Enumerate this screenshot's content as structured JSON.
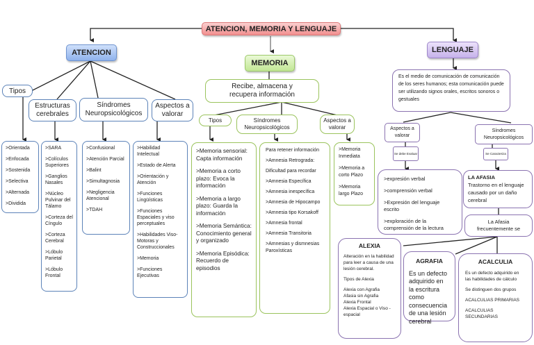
{
  "title": "ATENCION, MEMORIA Y LENGUAJE",
  "atencion": {
    "title": "ATENCION",
    "branches": {
      "tipos": "Tipos",
      "estructuras": "Estructuras cerebrales",
      "sindromes": "Síndromes Neuropsicológicos",
      "aspectos": "Aspectos a valorar"
    },
    "tipos_items": [
      ">Orientada",
      ">Enfocada",
      ">Sostenida",
      ">Selectiva",
      ">Alternada",
      ">Dividida"
    ],
    "estructuras_items": [
      ">SARA",
      ">Colículos Superiores",
      ">Ganglios Nasales",
      ">Núcleo Pulvinar del Tálamo",
      ">Corteza del Cíngulo",
      ">Corteza Cerebral",
      ">Lóbulo Parietal",
      ">Lóbulo Frontal"
    ],
    "sindromes_items": [
      ">Confusional",
      ">Atención Parcial",
      ">Balint",
      ">Simultagnosia",
      ">Negligencia Atencional",
      ">TDAH"
    ],
    "aspectos_items": [
      ">Habilidad Intelectual",
      ">Estado de Alerta",
      ">Orientación y Atención",
      ">Funciones Lingüísticas",
      ">Funciones Espaciales y viso perceptuales",
      ">Habilidades Viso-Motoras y Construccionales",
      ">Memoria",
      ">Funciones Ejecutivas"
    ]
  },
  "memoria": {
    "title": "MEMORIA",
    "definition": "Recibe, almacena y recupera información",
    "branches": {
      "tipos": "Tipos",
      "sindromes": "Síndromes Neuropsicológicos",
      "aspectos": "Aspectos a valorar"
    },
    "tipos_items": [
      ">Memoria sensorial: Capta información",
      ">Memoria a corto plazo: Evoca la información",
      ">Memoria a largo plazo: Guarda la información",
      ">Memoria Semántica: Conocimiento general y organizado",
      ">Memoria Episódica: Recuerdo de episodios"
    ],
    "sindromes_items": [
      "Para retener información",
      ">Amnesia Retrograda:",
      "Dificultad para recordar",
      ">Amnesia Específica",
      ">Amnesia inespecífica",
      ">Amnesia de Hipocampo",
      ">Amnesia tipo Korsakoff",
      ">Amnesia frontal",
      ">Amnesia Transitoria",
      ">Amnesias y dismnesias Paroxísticas"
    ],
    "aspectos_items": [
      ">Memoria Inmediata",
      ">Memoria a corto Plazo",
      ">Memoria largo Plazo"
    ]
  },
  "lenguaje": {
    "title": "LENGUAJE",
    "definition": "Es el medio de comunicación de comunicación de los seres humanos; esta comunicación puede ser utilizando signos orales, escritos sonoros o gestuales",
    "aspectos": "Aspectos a valorar",
    "se_debe": "Se debe Evaluar",
    "aspectos_items": [
      ">expresión verbal",
      ">comprensión verbal",
      ">Expresión del lenguaje escrito",
      ">exploración de la comprensión de la lectura"
    ],
    "sindromes": "Síndromes Neuropsicológicos",
    "se_caracteriza": "Se Caracteriza",
    "afasia_title": "LA AFASIA",
    "afasia_text": "Trastorno en el lenguaje  causado por un daño cerebral",
    "afasia_freq": "La Afasia frecuentemente se",
    "alexia": {
      "title": "ALEXIA",
      "text": "Alteración en la habilidad para leer a causa de una lesión cerebral.",
      "tipos_label": "Tipos de Alexia",
      "items": [
        "Alexia con Agrafia",
        "Afasia sin Agrafia",
        "Alexia Frontal",
        "Alexia Espacial o Viso - espacial"
      ]
    },
    "agrafia": {
      "title": "AGRAFIA",
      "text": "Es un defecto adquirido en la escritura como consecuencia de una lesión cerebral"
    },
    "acalculia": {
      "title": "ACALCULIA",
      "text": "Es un defecto adquirido en las habilidades de cálculo",
      "grupos": "Se distinguen dos grupos",
      "items": [
        "ACALCULIAS PRIMARIAS",
        "ACALCULIAS SECUNDARIAS"
      ]
    }
  }
}
